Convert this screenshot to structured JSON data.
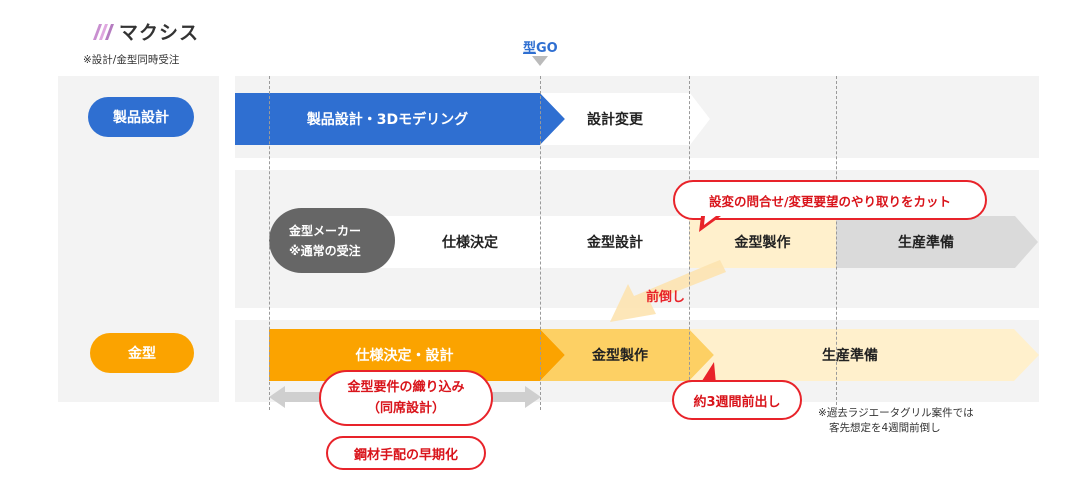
{
  "header": {
    "logo_text": "マクシス",
    "subtitle": "※設計/金型同時受注",
    "milestone_prefix": "型",
    "milestone_suffix": "GO"
  },
  "rows": {
    "product": {
      "label": "製品設計",
      "bars": [
        "製品設計・3Dモデリング",
        "設計変更"
      ]
    },
    "maker": {
      "label_line1": "金型メーカー",
      "label_line2": "※通常の受注",
      "bars": [
        "仕様決定",
        "金型設計",
        "金型製作",
        "生産準備"
      ]
    },
    "mold": {
      "label": "金型",
      "bars": [
        "仕様決定・設計",
        "金型製作",
        "生産準備"
      ]
    }
  },
  "annotations": {
    "cut_exchange": "設変の問合せ/変更要望のやり取りをカット",
    "pull_forward": "前倒し",
    "requirements_line1": "金型要件の織り込み",
    "requirements_line2": "（同席設計）",
    "early_steel": "鋼材手配の早期化",
    "three_weeks": "約3週間前出し",
    "note_line1": "※過去ラジエータグリル案件では",
    "note_line2": "客先想定を4週間前倒し"
  },
  "colors": {
    "blue": "#2f6fd1",
    "orange": "#fba300",
    "orange_mid": "#fdd064",
    "orange_light": "#fff0cc",
    "gray_dark": "#666666",
    "gray_bar": "#dadada",
    "red": "#e8232a"
  }
}
